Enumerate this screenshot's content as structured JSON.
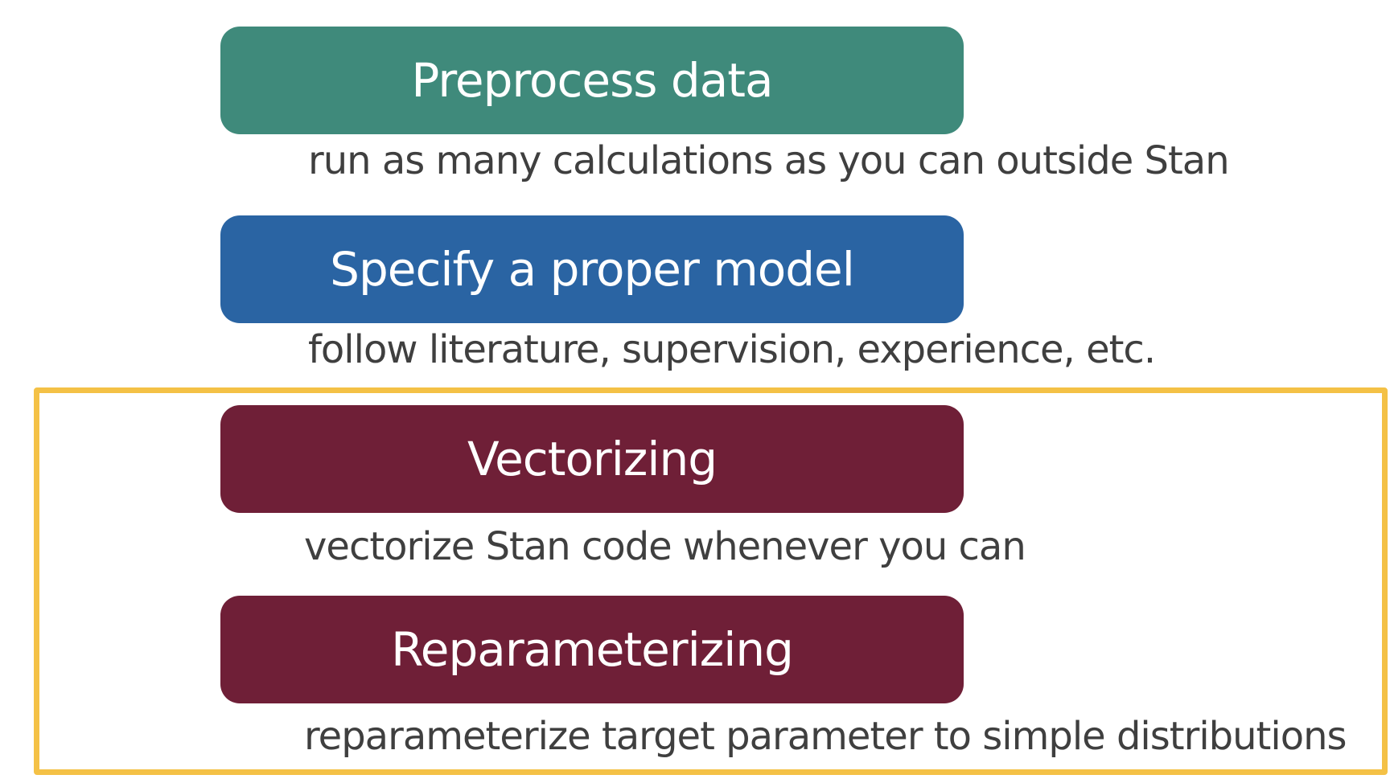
{
  "steps": [
    {
      "title": "Preprocess data",
      "description": "run as many calculations as you can outside Stan",
      "color": "#3f8a7b"
    },
    {
      "title": "Specify a proper model",
      "description": "follow literature, supervision, experience, etc.",
      "color": "#2a64a3"
    },
    {
      "title": "Vectorizing",
      "description": "vectorize Stan code whenever you can",
      "color": "#6f1f37"
    },
    {
      "title": "Reparameterizing",
      "description": "reparameterize target parameter to simple distributions",
      "color": "#6f1f37"
    }
  ],
  "highlight_color": "#f4c146"
}
